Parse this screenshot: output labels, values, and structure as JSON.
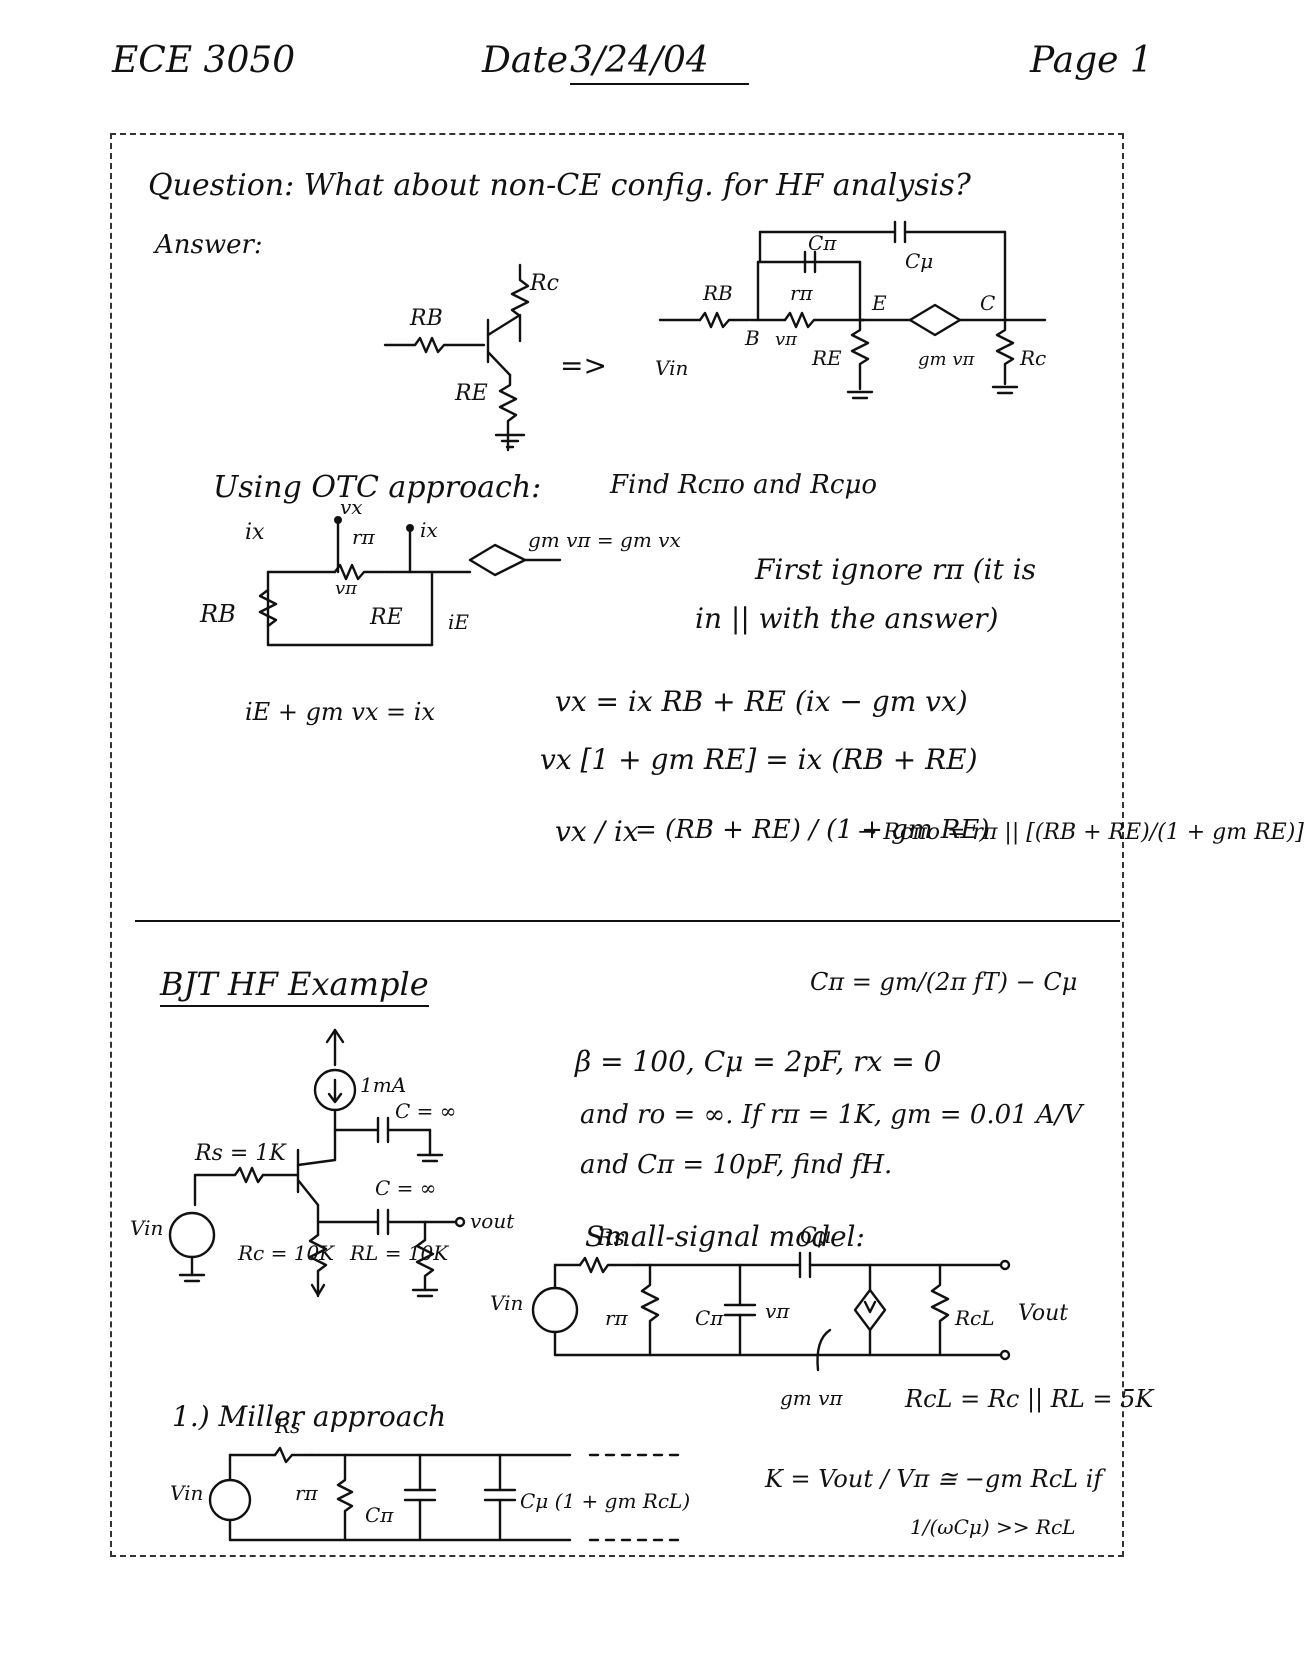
{
  "header": {
    "course": "ECE 3050",
    "date_label": "Date",
    "date_value": "3/24/04",
    "page": "Page 1"
  },
  "section1": {
    "question": "Question: What about non-CE config. for HF analysis?",
    "answer": "Answer:",
    "otc_heading": "Using OTC approach:",
    "otc_find": "Find Rcπo and Rcμo",
    "note_line1": "First ignore rπ (it is",
    "note_line2": "in || with the answer)",
    "kcl": "iE + gm vx = ix",
    "eq1": "vx = ix RB + RE (ix − gm vx)",
    "eq2": "vx [1 + gm RE] = ix (RB + RE)",
    "eq3_lhs": "vx / ix",
    "eq3_rhs": "= (RB + RE) / (1 + gm RE)",
    "eq3_result": "→ Rcπo = rπ || [(RB + RE)/(1 + gm RE)]",
    "labels": {
      "rc": "Rc",
      "rb": "RB",
      "re": "RE",
      "cpi": "Cπ",
      "cmu": "Cμ",
      "rpi": "rπ",
      "e": "E",
      "c": "C",
      "b": "B",
      "vin": "Vin",
      "vpi": "vπ",
      "gmvpi": "gm vπ",
      "ix": "ix",
      "vx": "vx",
      "ie": "iE",
      "dep_src": "gm vπ = gm vx",
      "arrow": "=>"
    }
  },
  "section2": {
    "title": "BJT HF Example",
    "cpi_formula": "Cπ = gm/(2π fT) − Cμ",
    "given_line1": "β = 100, Cμ = 2pF, rx = 0",
    "given_line2": "and ro = ∞. If rπ = 1K, gm = 0.01 A/V",
    "given_line3": "and Cπ = 10pF, find fH.",
    "ssm": "Small-signal model:",
    "circuit": {
      "current_src": "1mA",
      "c_inf1": "C = ∞",
      "c_inf2": "C = ∞",
      "rs": "Rs = 1K",
      "vin": "Vin",
      "rc": "Rc = 10K",
      "rl": "RL = 10K",
      "vout": "vout"
    },
    "model": {
      "rs": "Rs",
      "cmu": "Cμ",
      "vin": "Vin",
      "rpi": "rπ",
      "cpi": "Cπ",
      "vpi": "vπ",
      "rcl": "RcL",
      "vout": "Vout",
      "gm": "gm vπ"
    },
    "rcl_eq": "RcL = Rc || RL = 5K",
    "miller_heading": "1.) Miller approach",
    "miller": {
      "rs": "Rs",
      "vin": "Vin",
      "rpi": "rπ",
      "cpi": "Cπ",
      "cmu": "Cμ (1 + gm RcL)"
    },
    "k_eq": "K = Vout / Vπ ≅ −gm RcL if",
    "k_cond": "1/(ωCμ) >> RcL"
  }
}
